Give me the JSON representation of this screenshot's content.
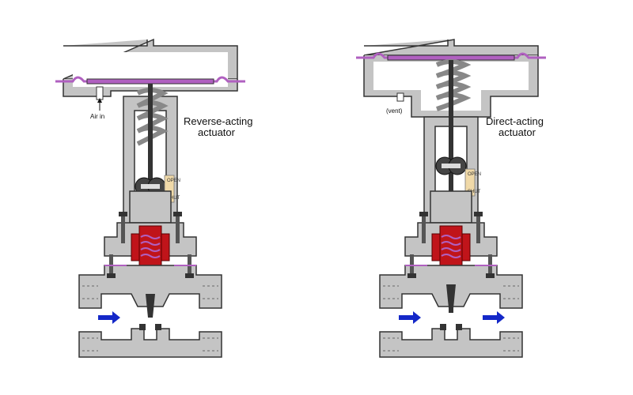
{
  "left_valve": {
    "caption_line1": "Reverse-acting",
    "caption_line2": "actuator",
    "port_label": "Air in",
    "scale_top": "OPEN",
    "scale_bottom": "SHUT"
  },
  "right_valve": {
    "caption_line1": "Direct-acting",
    "caption_line2": "actuator",
    "port_label": "(vent)",
    "scale_top": "OPEN",
    "scale_bottom": "SHUT"
  },
  "colors": {
    "body": "#c4c4c4",
    "outline": "#333333",
    "diaphragm": "#b060c0",
    "packing": "#c0141a",
    "flow_arrow": "#1428c8",
    "scale_plate": "#f0d9a8"
  }
}
